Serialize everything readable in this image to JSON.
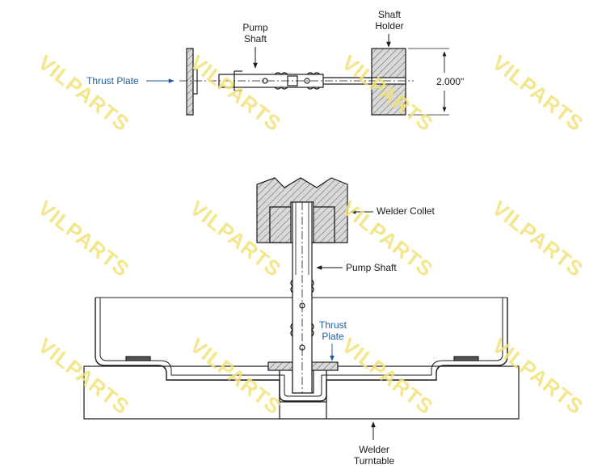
{
  "labels": {
    "pump_shaft_top": [
      "Pump",
      "Shaft"
    ],
    "shaft_holder": [
      "Shaft",
      "Holder"
    ],
    "thrust_plate_top": "Thrust Plate",
    "dimension": "2.000\"",
    "welder_collet": "Welder Collet",
    "pump_shaft_bottom": "Pump Shaft",
    "thrust_plate_bottom": [
      "Thrust",
      "Plate"
    ],
    "welder_turntable": [
      "Welder",
      "Turntable"
    ]
  },
  "watermark": "VILPARTS",
  "colors": {
    "line": "#1a1a1a",
    "callout_blue": "#1f5c99",
    "hatch": "#555555",
    "watermark": "#f3e27a"
  }
}
